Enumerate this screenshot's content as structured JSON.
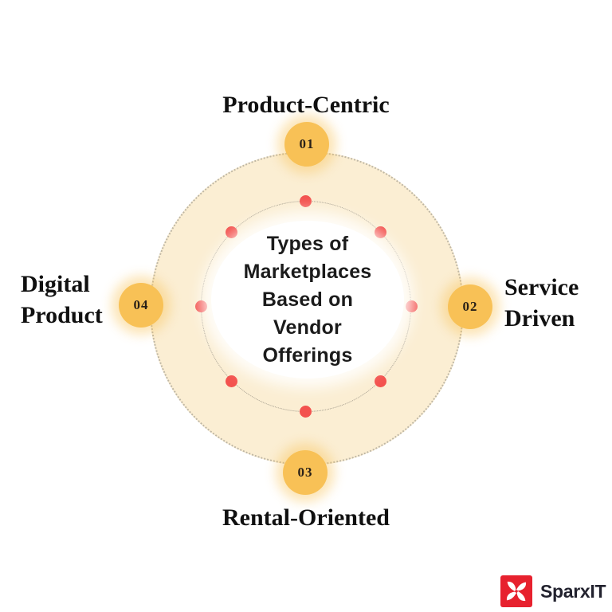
{
  "title": {
    "text": "Types of\nMarketplaces\nBased on\nVendor\nOfferings"
  },
  "items": [
    {
      "number": "01",
      "label": "Product-Centric",
      "position": "top"
    },
    {
      "number": "02",
      "label": "Service\nDriven",
      "position": "right"
    },
    {
      "number": "03",
      "label": "Rental-Oriented",
      "position": "bottom"
    },
    {
      "number": "04",
      "label": "Digital\nProduct",
      "position": "left"
    }
  ],
  "branding": {
    "name": "SparxIT",
    "icon": "pinwheel-icon"
  },
  "colors": {
    "outer_circle_fill": "#FBEED3",
    "badge_orange": "#F8C156",
    "dot_red": "#F3524E",
    "text_dark": "#1b1b1b",
    "logo_red": "#E7212E"
  }
}
